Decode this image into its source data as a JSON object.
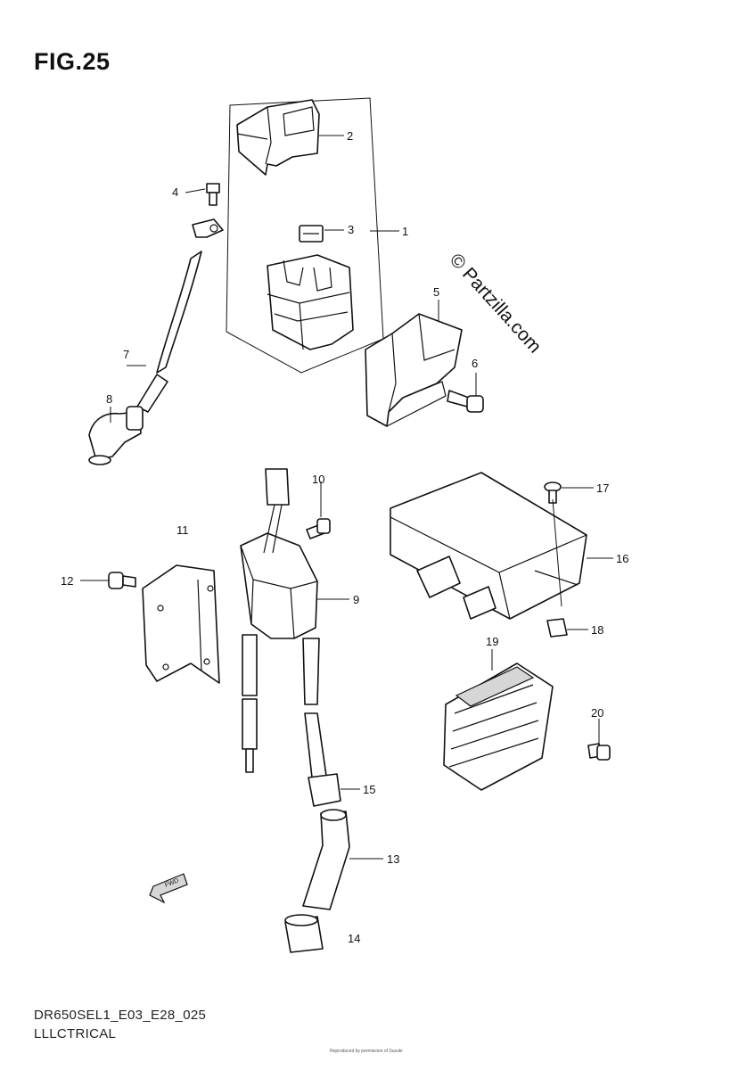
{
  "figure": {
    "title": "FIG.25",
    "watermark": "© Partzilla.com",
    "footer_code": "DR650SEL1_E03_E28_025",
    "footer_title": "LLLCTRICAL",
    "fine_print": "Reproduced by permission of Suzuki"
  },
  "callouts": [
    {
      "id": "c1",
      "label": "1"
    },
    {
      "id": "c2",
      "label": "2"
    },
    {
      "id": "c3",
      "label": "3"
    },
    {
      "id": "c4",
      "label": "4"
    },
    {
      "id": "c5",
      "label": "5"
    },
    {
      "id": "c6",
      "label": "6"
    },
    {
      "id": "c7",
      "label": "7"
    },
    {
      "id": "c8",
      "label": "8"
    },
    {
      "id": "c9",
      "label": "9"
    },
    {
      "id": "c10",
      "label": "10"
    },
    {
      "id": "c11",
      "label": "11"
    },
    {
      "id": "c12",
      "label": "12"
    },
    {
      "id": "c13",
      "label": "13"
    },
    {
      "id": "c14",
      "label": "14"
    },
    {
      "id": "c15",
      "label": "15"
    },
    {
      "id": "c16",
      "label": "16"
    },
    {
      "id": "c17",
      "label": "17"
    },
    {
      "id": "c18",
      "label": "18"
    },
    {
      "id": "c19",
      "label": "19"
    },
    {
      "id": "c20",
      "label": "20"
    }
  ],
  "fwd_marker": "FWD"
}
